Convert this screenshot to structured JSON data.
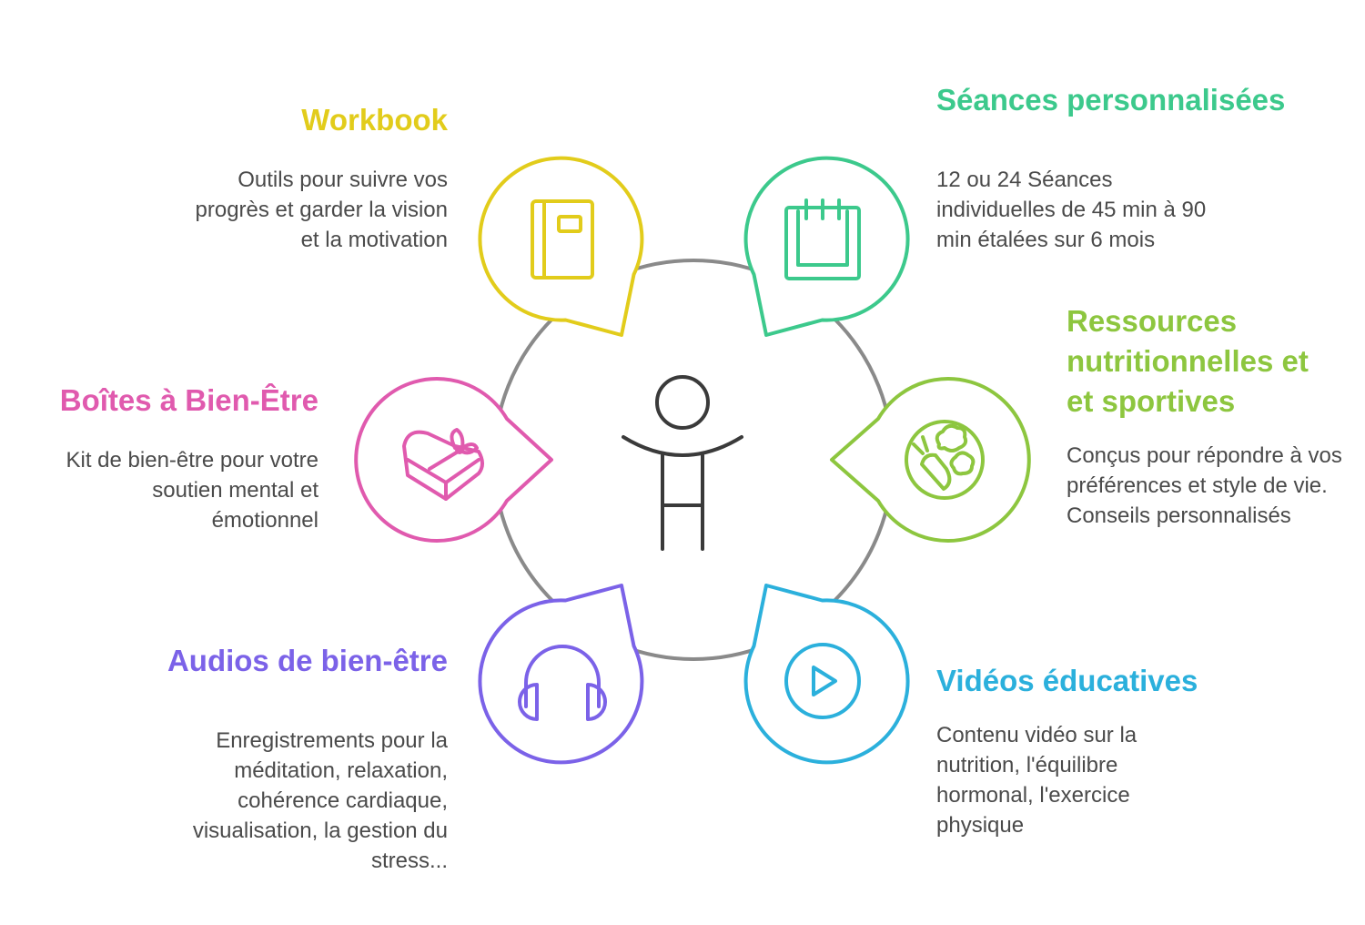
{
  "colors": {
    "workbook": "#E2CC1B",
    "seances": "#3CC98C",
    "ressources": "#8DC63F",
    "boites": "#E05AAE",
    "audios": "#7B62E8",
    "videos": "#2BB0DC",
    "ring": "#8A8A8A",
    "figure": "#3A3A3A",
    "text": "#4A4A4A"
  },
  "items": {
    "workbook": {
      "title": "Workbook",
      "desc": "Outils pour suivre vos progrès et garder la vision et la motivation",
      "icon": "notebook-icon"
    },
    "seances": {
      "title": "Séances personnalisées",
      "desc": "12 ou 24 Séances individuelles de 45 min à 90 min étalées sur 6 mois",
      "icon": "calendar-icon"
    },
    "ressources": {
      "title": "Ressources nutritionnelles et et sportives",
      "desc": "Conçus pour répondre à vos préférences et style de vie. Conseils personnalisés",
      "icon": "vegetables-icon"
    },
    "boites": {
      "title": "Boîtes à Bien-Être",
      "desc": "Kit de bien-être pour votre soutien mental et émotionnel",
      "icon": "gift-box-icon"
    },
    "audios": {
      "title": "Audios de bien-être",
      "desc": "Enregistrements pour la méditation, relaxation, cohérence cardiaque, visualisation, la gestion du stress...",
      "icon": "headphones-icon"
    },
    "videos": {
      "title": "Vidéos éducatives",
      "desc": "Contenu vidéo sur la nutrition, l'équilibre hormonal, l'exercice physique",
      "icon": "play-icon"
    }
  }
}
